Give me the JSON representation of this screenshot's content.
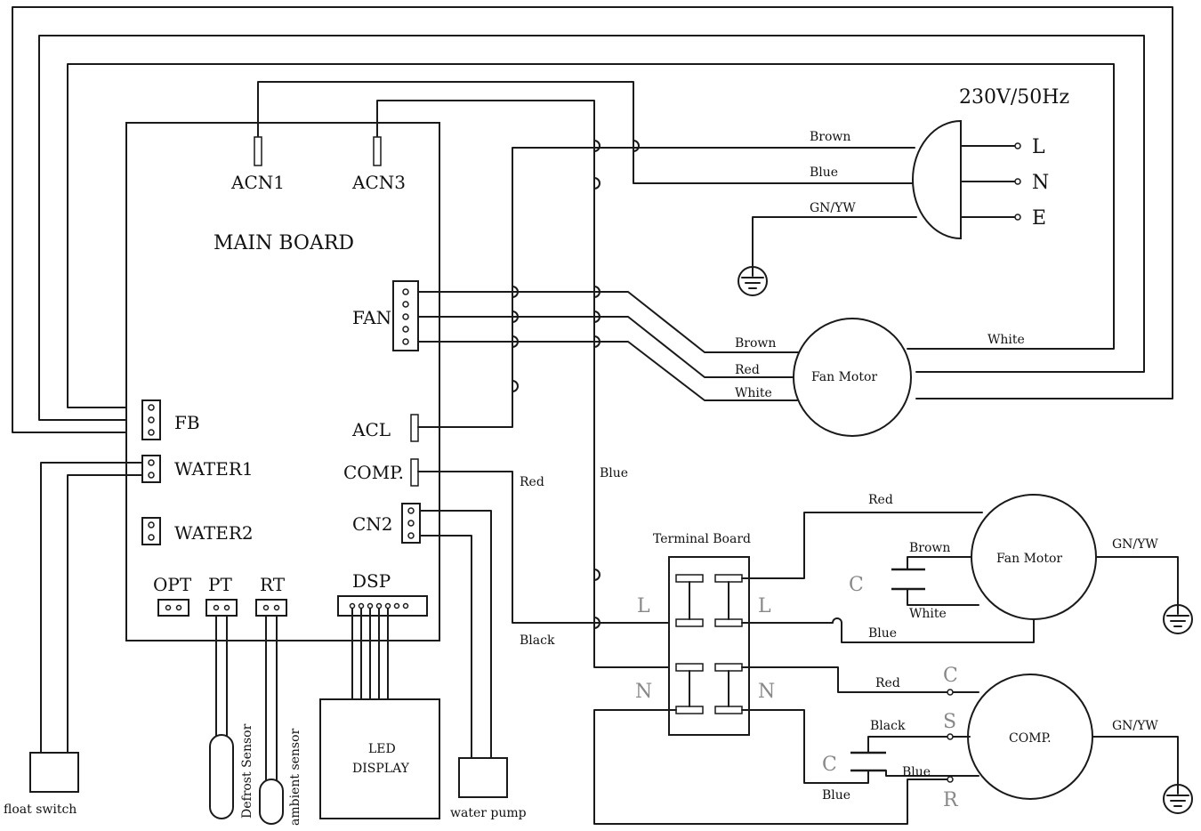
{
  "power": {
    "title": "230V/50Hz",
    "L": "L",
    "N": "N",
    "E": "E"
  },
  "main_board": {
    "title": "MAIN BOARD",
    "acn1": "ACN1",
    "acn3": "ACN3",
    "fan": "FAN",
    "fb": "FB",
    "water1": "WATER1",
    "water2": "WATER2",
    "acl": "ACL",
    "comp": "COMP.",
    "cn2": "CN2",
    "dsp": "DSP",
    "opt": "OPT",
    "pt": "PT",
    "rt": "RT"
  },
  "wires": {
    "brown": "Brown",
    "blue": "Blue",
    "gnyw": "GN/YW",
    "white": "White",
    "red": "Red",
    "black": "Black"
  },
  "components": {
    "fan_motor": "Fan Motor",
    "comp": "COMP.",
    "terminal_board": "Terminal Board",
    "led_display_l1": "LED",
    "led_display_l2": "DISPLAY",
    "float_switch": "float switch",
    "water_pump": "water pump",
    "defrost_sensor": "Defrost Sensor",
    "ambient_sensor": "ambient sensor"
  },
  "marks": {
    "L": "L",
    "N": "N",
    "C": "C",
    "S": "S",
    "R": "R"
  }
}
